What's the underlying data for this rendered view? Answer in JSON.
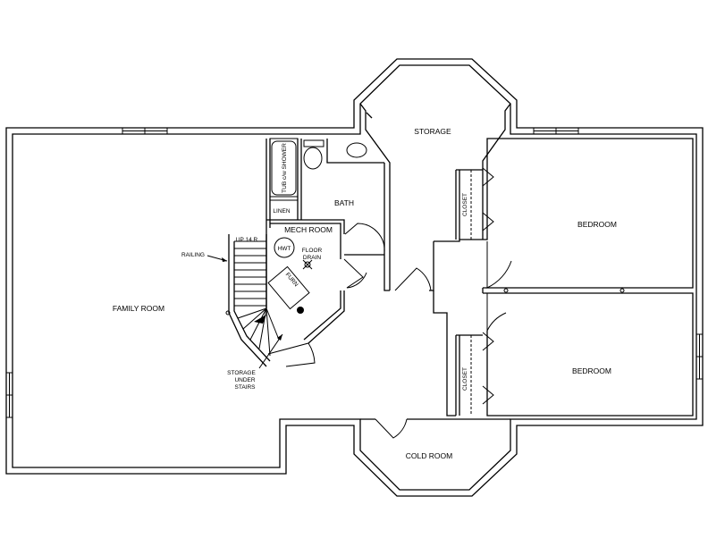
{
  "rooms": {
    "family_room": "FAMILY ROOM",
    "storage": "STORAGE",
    "bath": "BATH",
    "mech_room": "MECH ROOM",
    "bedroom_upper": "BEDROOM",
    "bedroom_lower": "BEDROOM",
    "cold_room": "COLD ROOM",
    "closet_upper": "CLOSET",
    "closet_lower": "CLOSET"
  },
  "fixtures": {
    "tub": "TUB c/w SHOWER",
    "linen": "LINEN",
    "hwt": "HWT",
    "floor_drain_1": "FLOOR",
    "floor_drain_2": "DRAIN",
    "furn": "FURN",
    "stairs": "UP 14 R"
  },
  "notes": {
    "railing": "RAILING",
    "storage_under_stairs_1": "STORAGE",
    "storage_under_stairs_2": "UNDER",
    "storage_under_stairs_3": "STAIRS"
  }
}
